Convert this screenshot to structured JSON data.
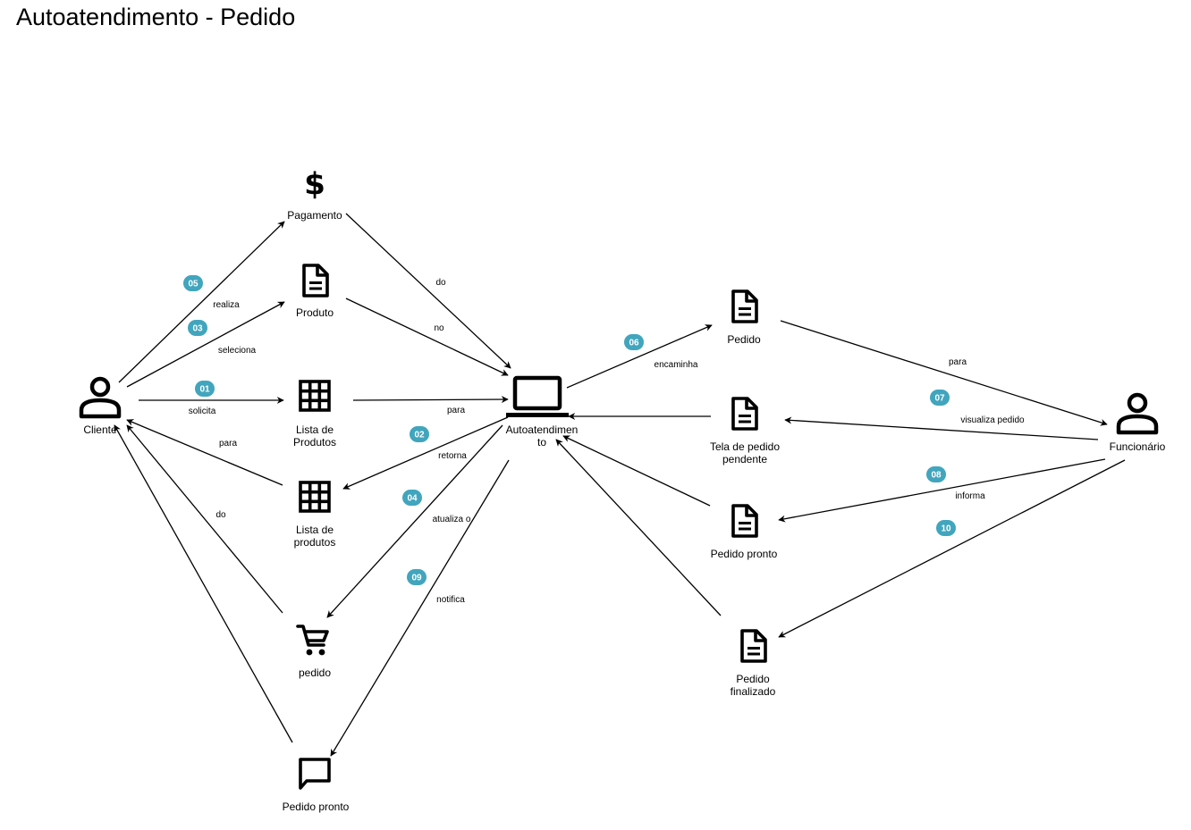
{
  "title": "Autoatendimento - Pedido",
  "colors": {
    "badge": "#41a5bd",
    "line": "#000000"
  },
  "nodes": [
    {
      "id": "cliente",
      "icon": "person-icon",
      "label": [
        "Cliente"
      ]
    },
    {
      "id": "pagamento",
      "icon": "dollar-icon",
      "label": [
        "Pagamento"
      ]
    },
    {
      "id": "produto",
      "icon": "document-icon",
      "label": [
        "Produto"
      ]
    },
    {
      "id": "lista-produtos-1",
      "icon": "table-grid-icon",
      "label": [
        "Lista de",
        "Produtos"
      ]
    },
    {
      "id": "lista-produtos-2",
      "icon": "table-grid-icon",
      "label": [
        "Lista de",
        "produtos"
      ]
    },
    {
      "id": "pedido-cart",
      "icon": "shopping-cart-icon",
      "label": [
        "pedido"
      ]
    },
    {
      "id": "pedido-pronto-msg",
      "icon": "message-icon",
      "label": [
        "Pedido pronto"
      ]
    },
    {
      "id": "autoatendimento",
      "icon": "laptop-icon",
      "label": [
        "Autoatendimen",
        "to"
      ]
    },
    {
      "id": "pedido-doc",
      "icon": "document-icon",
      "label": [
        "Pedido"
      ]
    },
    {
      "id": "tela-pedido-pendente",
      "icon": "document-icon",
      "label": [
        "Tela de pedido",
        "pendente"
      ]
    },
    {
      "id": "pedido-pronto-doc",
      "icon": "document-icon",
      "label": [
        "Pedido pronto"
      ]
    },
    {
      "id": "pedido-finalizado",
      "icon": "document-icon",
      "label": [
        "Pedido",
        "finalizado"
      ]
    },
    {
      "id": "funcionario",
      "icon": "person-icon",
      "label": [
        "Funcionário"
      ]
    }
  ],
  "edges": [
    {
      "id": "realiza",
      "label": "realiza"
    },
    {
      "id": "seleciona",
      "label": "seleciona"
    },
    {
      "id": "solicita",
      "label": "solicita"
    },
    {
      "id": "para-lista",
      "label": "para"
    },
    {
      "id": "do-pagamento",
      "label": "do"
    },
    {
      "id": "no-produto",
      "label": "no"
    },
    {
      "id": "retorna",
      "label": "retorna"
    },
    {
      "id": "para-cliente",
      "label": "para"
    },
    {
      "id": "atualiza",
      "label": "atualiza o"
    },
    {
      "id": "do-pedido",
      "label": "do"
    },
    {
      "id": "notifica",
      "label": "notifica"
    },
    {
      "id": "msg-cliente",
      "label": ""
    },
    {
      "id": "encaminha",
      "label": "encaminha"
    },
    {
      "id": "para-funcionario",
      "label": "para"
    },
    {
      "id": "visualiza",
      "label": "visualiza pedido"
    },
    {
      "id": "tela-auto",
      "label": ""
    },
    {
      "id": "informa",
      "label": "informa"
    },
    {
      "id": "pronto-auto",
      "label": ""
    },
    {
      "id": "finalizado-func",
      "label": ""
    },
    {
      "id": "finalizado-auto",
      "label": ""
    }
  ],
  "badges": [
    "05",
    "03",
    "01",
    "02",
    "04",
    "09",
    "06",
    "07",
    "08",
    "10"
  ]
}
